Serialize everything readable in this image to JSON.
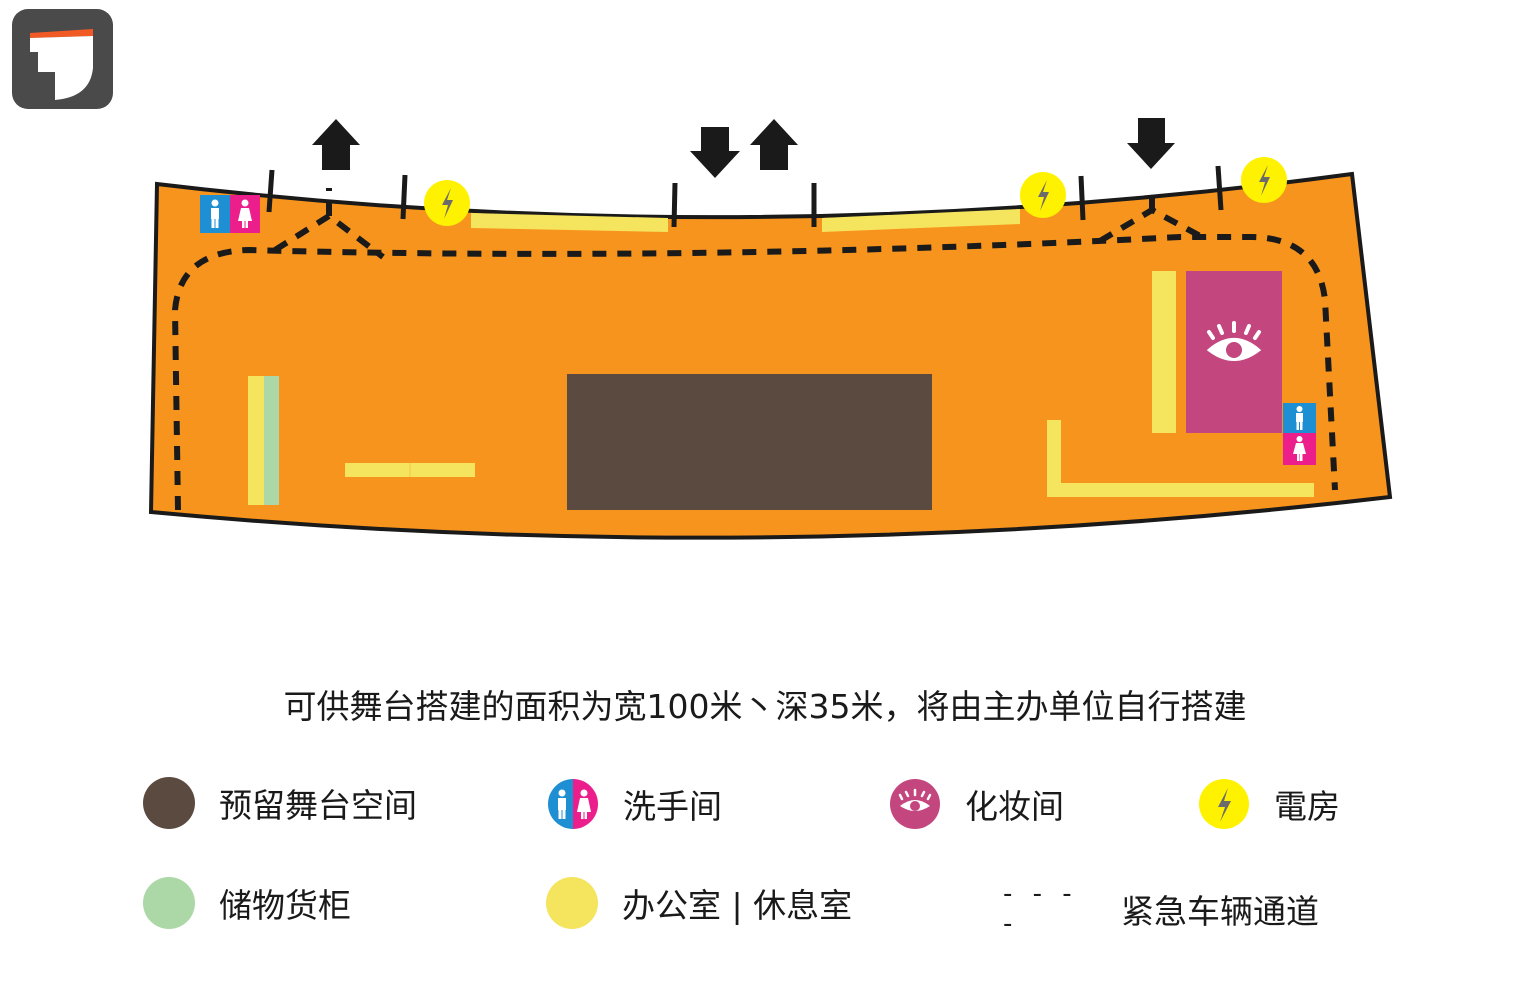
{
  "caption": "可供舞台搭建的面积为宽100米丶深35米，将由主办单位自行搭建",
  "colors": {
    "floor": "#f7941d",
    "stage": "#5b4a40",
    "storage": "#acd8a8",
    "office": "#f5e45d",
    "makeup": "#c4467f",
    "power": "#fff200",
    "male": "#1e8fd3",
    "female": "#ec1e8c",
    "route": "#1a1a1a"
  },
  "icons": {
    "logo": "logo-icon",
    "entry_arrow": "arrow-up-icon",
    "exit_arrow": "arrow-down-icon",
    "restroom": "restroom-icon",
    "makeup": "eye-icon",
    "power": "lightning-icon"
  },
  "legend": [
    {
      "key": "stage",
      "label": "预留舞台空间"
    },
    {
      "key": "restroom",
      "label": "洗手间"
    },
    {
      "key": "makeup",
      "label": "化妆间"
    },
    {
      "key": "power",
      "label": "電房"
    },
    {
      "key": "storage",
      "label": "储物货柜"
    },
    {
      "key": "office",
      "label": "办公室 | 休息室"
    },
    {
      "key": "route",
      "label": "紧急车辆通道",
      "glyph": "- - - -"
    }
  ]
}
